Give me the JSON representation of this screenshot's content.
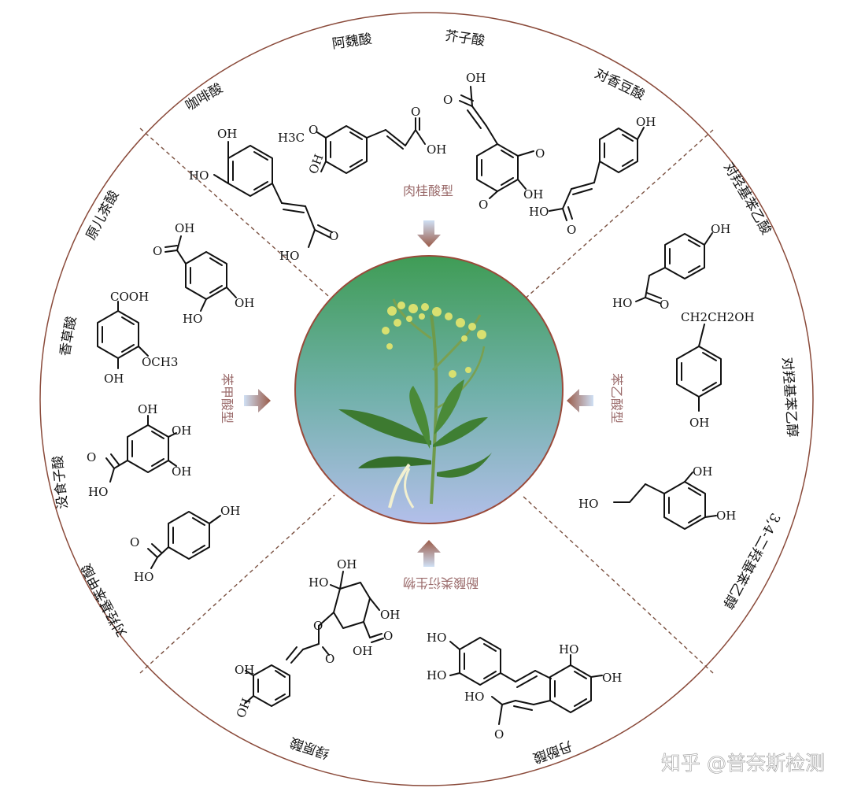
{
  "categories": {
    "cinnamic": "肉桂酸型",
    "benzoic": "苯甲酸型",
    "phenylacetic": "苯乙酸型",
    "phenolic_derivatives": "酚酸类衍生物"
  },
  "compounds": {
    "caffeic": "咖啡酸",
    "ferulic": "阿魏酸",
    "sinapic": "芥子酸",
    "p_coumaric": "对香豆酸",
    "protocatechuic": "原儿茶酸",
    "vanillic": "香草酸",
    "gallic": "没食子酸",
    "p_hydroxybenzoic": "对羟基苯甲酸",
    "p_hydroxyphenylacetic": "对羟基苯乙酸",
    "tyrosol": "对羟基苯乙醇",
    "hydroxytyrosol": "3,4-二羟基苯乙醇",
    "chlorogenic": "绿原酸",
    "salvianolic": "丹酚酸"
  },
  "groups": {
    "oh": "OH",
    "ho": "HO",
    "o": "O",
    "cooh": "COOH",
    "och3": "OCH3",
    "h3c": "H3C",
    "ch2ch2oh": "CH2CH2OH"
  },
  "watermark": "知乎 @普奈斯检测",
  "colors": {
    "ring": "#8a4a3a",
    "arrow": "#9a5a4a",
    "center_top": "#4aa05a",
    "center_bottom": "#aab8e8"
  }
}
